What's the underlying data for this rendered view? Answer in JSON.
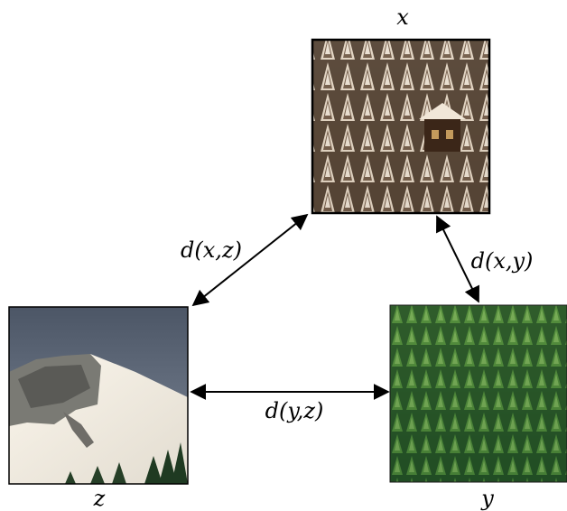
{
  "labels": {
    "x": "x",
    "y": "y",
    "z": "z",
    "d_xz": "d(x,z)",
    "d_xy": "d(x,y)",
    "d_yz": "d(y,z)"
  },
  "images": {
    "x": "snowy forest with cabin",
    "y": "dense green conifer forest",
    "z": "snow-covered mountain peak"
  }
}
